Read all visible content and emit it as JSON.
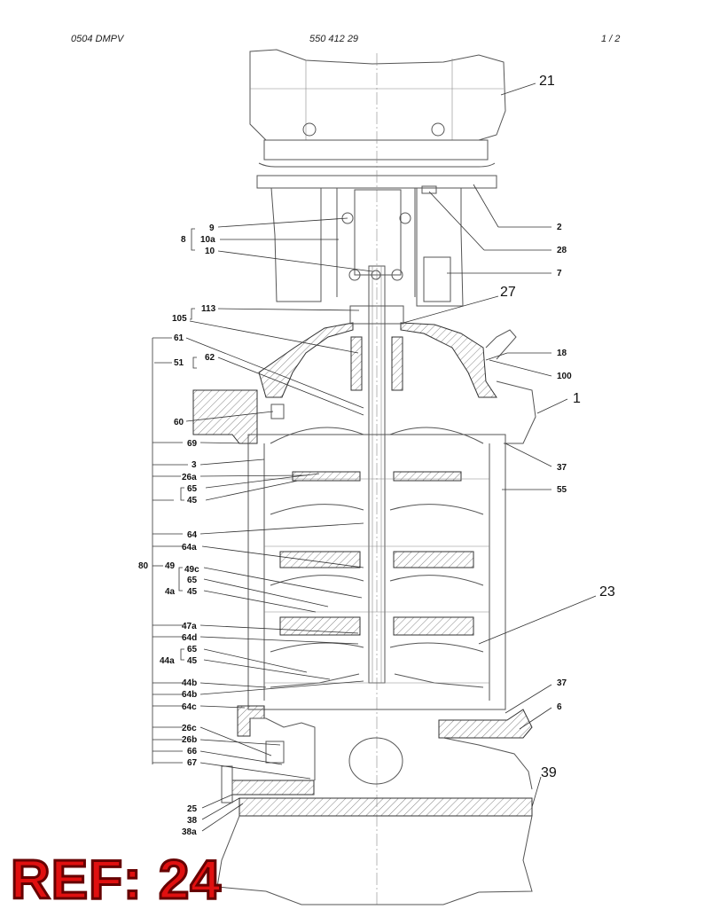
{
  "header": {
    "left": "0504 DMPV",
    "center": "550 412 29",
    "right": "1 /   2"
  },
  "ref_stamp": "REF: 24",
  "labels": {
    "l9": "9",
    "l8": "8",
    "l10a": "10a",
    "l10": "10",
    "l2": "2",
    "l28": "28",
    "l7": "7",
    "l21": "21",
    "l27": "27",
    "l113": "113",
    "l105": "105",
    "l61": "61",
    "l62": "62",
    "l51": "51",
    "l18": "18",
    "l100": "100",
    "l1": "1",
    "l60": "60",
    "l69": "69",
    "l3": "3",
    "l26a": "26a",
    "l65a": "65",
    "l45a": "45",
    "l37a": "37",
    "l55": "55",
    "l64": "64",
    "l64a": "64a",
    "l80": "80",
    "l49": "49",
    "l49c": "49c",
    "l65b": "65",
    "l4a": "4a",
    "l45b": "45",
    "l23": "23",
    "l47a": "47a",
    "l64d": "64d",
    "l65c": "65",
    "l44a": "44a",
    "l45c": "45",
    "l44b": "44b",
    "l64b": "64b",
    "l64c": "64c",
    "l37b": "37",
    "l6": "6",
    "l26c": "26c",
    "l26b": "26b",
    "l66": "66",
    "l67": "67",
    "l39": "39",
    "l25": "25",
    "l38": "38",
    "l38a": "38a"
  }
}
